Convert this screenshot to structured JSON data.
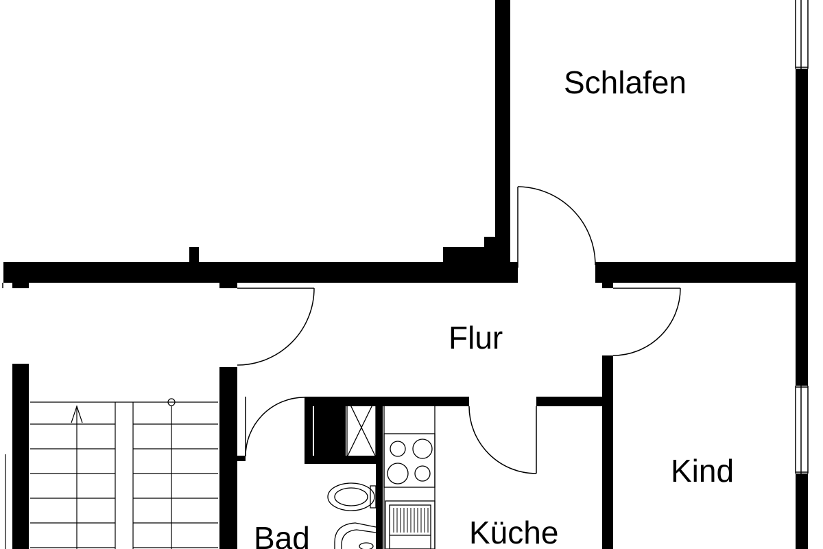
{
  "floor_plan": {
    "rooms": [
      {
        "id": "schlafen",
        "label": "Schlafen"
      },
      {
        "id": "flur",
        "label": "Flur"
      },
      {
        "id": "kind",
        "label": "Kind"
      },
      {
        "id": "bad",
        "label": "Bad"
      },
      {
        "id": "kueche",
        "label": "Küche"
      }
    ],
    "colors": {
      "wall": "#000000",
      "fixture": "#000000",
      "background": "#ffffff"
    }
  }
}
